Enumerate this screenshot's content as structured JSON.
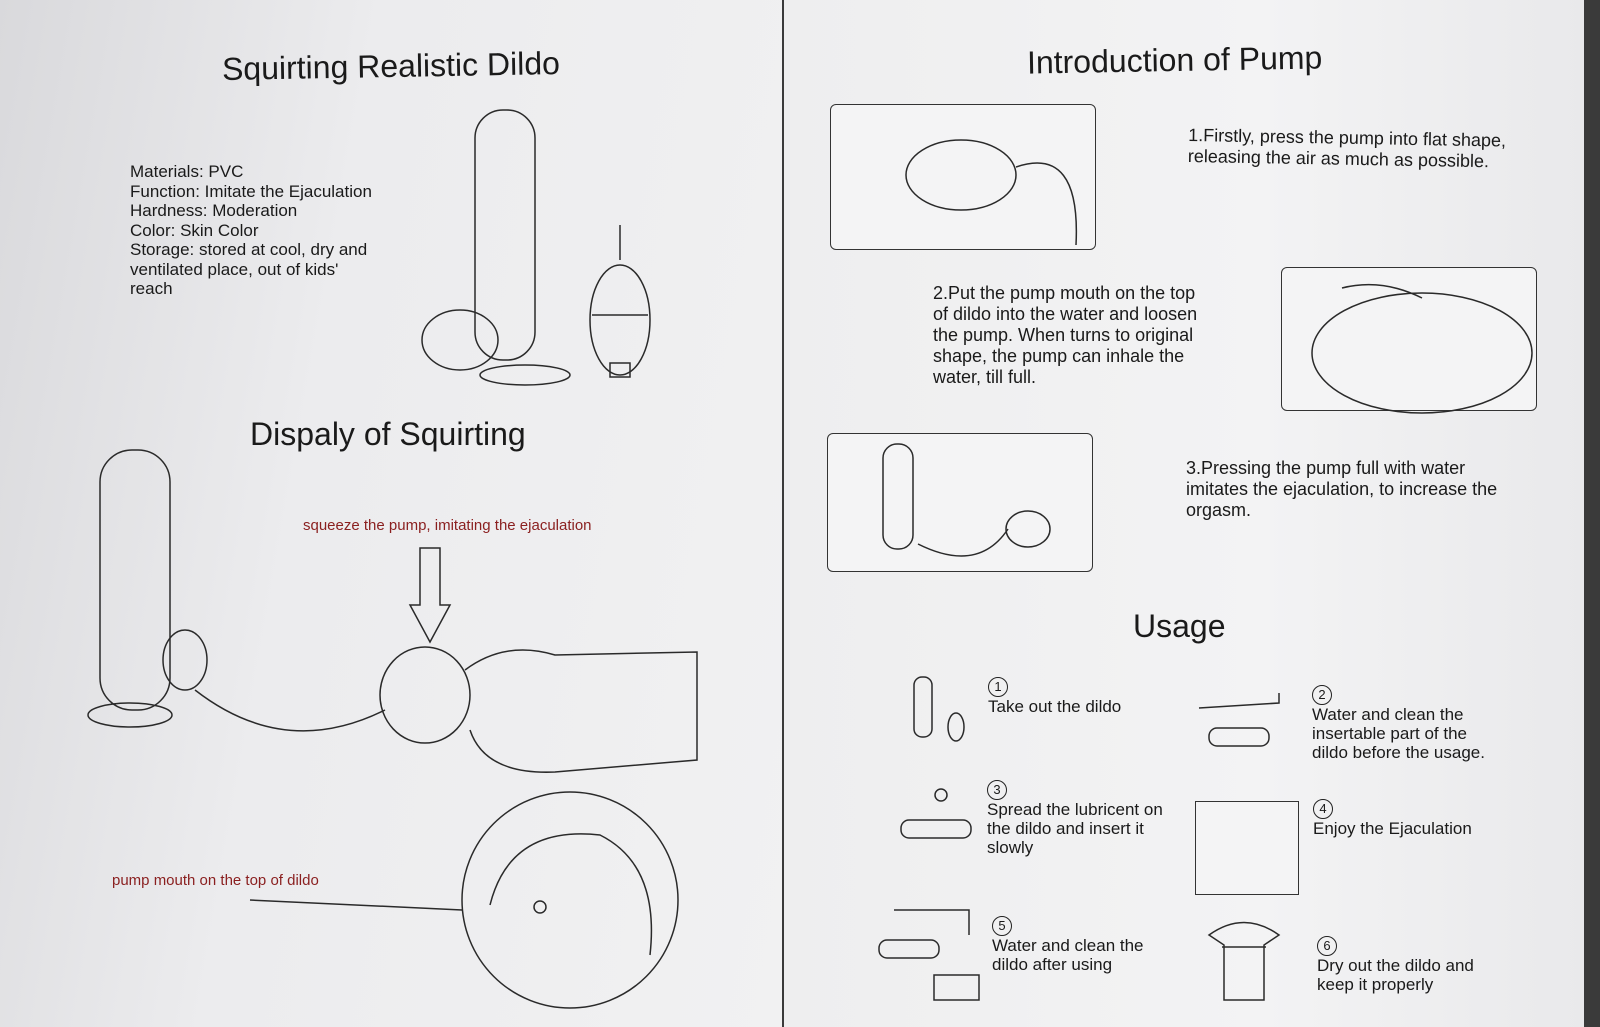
{
  "left_page": {
    "title": "Squirting Realistic Dildo",
    "specs": [
      "Materials: PVC",
      "Function: Imitate the Ejaculation",
      "Hardness: Moderation",
      "Color: Skin Color",
      "Storage: stored at cool, dry and",
      "ventilated place, out of kids'",
      "reach"
    ],
    "display_title": "Dispaly of Squirting",
    "annotation_squeeze": "squeeze the pump, imitating the ejaculation",
    "annotation_mouth": "pump mouth on the top of dildo"
  },
  "right_page": {
    "title": "Introduction of Pump",
    "steps": [
      "1.Firstly, press the pump into flat shape, releasing the air as much as possible.",
      "2.Put the pump mouth on the top of dildo into the water and loosen the pump. When turns to original shape, the pump can inhale the water, till full.",
      "3.Pressing the pump full with water imitates the ejaculation, to increase the orgasm."
    ],
    "usage_title": "Usage",
    "usage": [
      {
        "num": "1",
        "text": "Take out the dildo"
      },
      {
        "num": "2",
        "text": "Water and clean the insertable part of the dildo before the usage."
      },
      {
        "num": "3",
        "text": "Spread the lubricent on the dildo and insert it slowly"
      },
      {
        "num": "4",
        "text": "Enjoy the Ejaculation"
      },
      {
        "num": "5",
        "text": "Water and clean the dildo after using"
      },
      {
        "num": "6",
        "text": "Dry out the dildo and keep it properly"
      }
    ]
  }
}
